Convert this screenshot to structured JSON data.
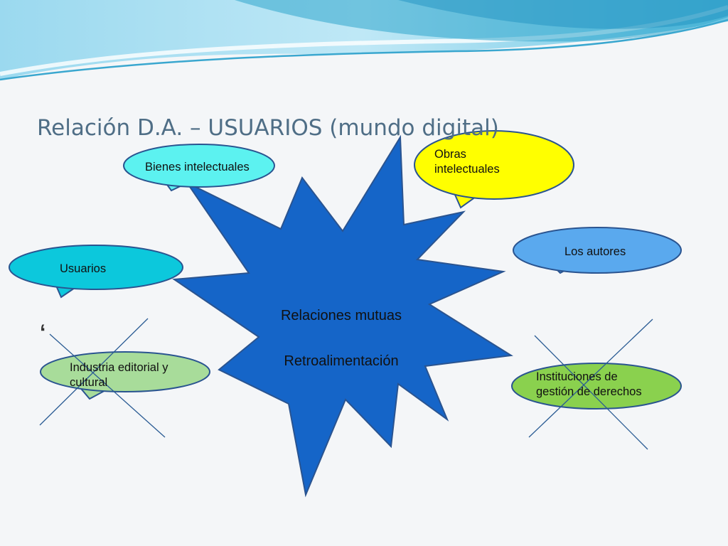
{
  "slide": {
    "title": "Relación D.A. – USUARIOS (mundo digital)",
    "center_labels": [
      "Relaciones mutuas",
      "Retroalimentación"
    ],
    "stray_mark": "‘"
  },
  "callouts": {
    "bienes": {
      "text": "Bienes intelectuales",
      "fill": "#5cf2f0"
    },
    "obras": {
      "line1": "Obras",
      "line2": "intelectuales",
      "fill": "#ffff00"
    },
    "autores": {
      "text": "Los autores",
      "fill": "#5aa9ee"
    },
    "usuarios": {
      "text": "Usuarios",
      "fill": "#0cc8dc"
    },
    "industria": {
      "line1": "Industria editorial y",
      "line2": "cultural",
      "fill": "#a8dc9a",
      "crossed_out": true
    },
    "instituciones": {
      "line1": "Instituciones de",
      "line2": "gestión de derechos",
      "fill": "#8ad14e",
      "crossed_out": true
    }
  },
  "colors": {
    "star_fill": "#1565c8",
    "shape_stroke": "#2a5490",
    "cross_stroke": "#2b5c94",
    "banner_light": "#bfe6f5",
    "banner_mid": "#7fcfe8",
    "banner_dark": "#2fa6cc"
  }
}
